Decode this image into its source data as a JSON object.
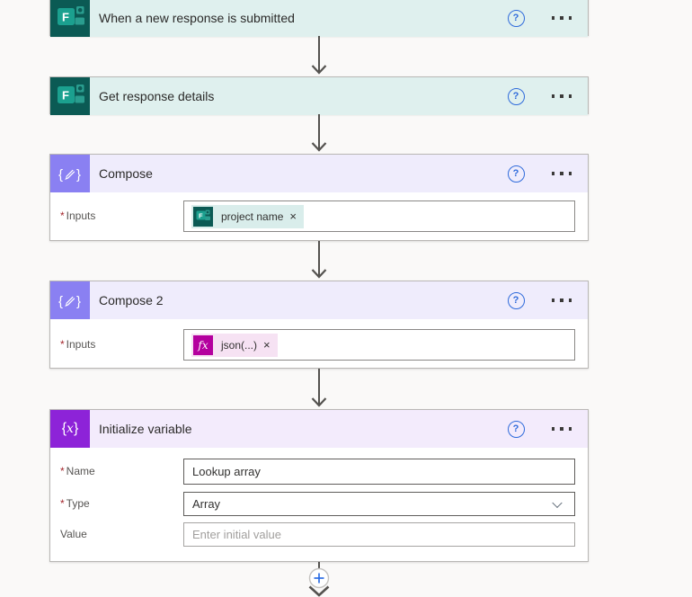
{
  "colors": {
    "canvas_bg": "#faf9f8",
    "forms_header_bg": "#dff0ee",
    "forms_icon_bg": "#0b5a54",
    "compose_header_bg": "#efecfc",
    "compose_icon_bg": "#8a80f2",
    "variable_header_bg": "#f3ebfc",
    "variable_icon_bg": "#8d23d8",
    "fx_icon_bg": "#b4009e",
    "token_forms_bg": "#d9edeb",
    "token_fx_bg": "#f6e2f3",
    "help_icon_blue": "#2f6bdb",
    "add_plus_blue": "#2266e3",
    "connector_gray": "#54524f",
    "required_red": "#a4262c"
  },
  "icons": {
    "help_glyph": "?",
    "remove_glyph": "×",
    "add_glyph": "+",
    "compose_glyph_open": "{",
    "compose_glyph_close": "}",
    "variable_glyph_open": "{",
    "variable_glyph_x": "x",
    "variable_glyph_close": "}",
    "fx_glyph": "fx",
    "forms_glyph": "F"
  },
  "cards": [
    {
      "title": "When a new response is submitted"
    },
    {
      "title": "Get response details"
    },
    {
      "title": "Compose",
      "fields": [
        {
          "label": "Inputs",
          "required": "*",
          "token": {
            "text": "project name",
            "icon": "forms"
          }
        }
      ]
    },
    {
      "title": "Compose 2",
      "fields": [
        {
          "label": "Inputs",
          "required": "*",
          "token": {
            "text": "json(...)",
            "icon": "expression"
          }
        }
      ]
    },
    {
      "title": "Initialize variable",
      "fields": [
        {
          "label": "Name",
          "required": "*",
          "value": "Lookup array"
        },
        {
          "label": "Type",
          "required": "*",
          "value": "Array"
        },
        {
          "label": "Value",
          "placeholder": "Enter initial value"
        }
      ]
    }
  ]
}
